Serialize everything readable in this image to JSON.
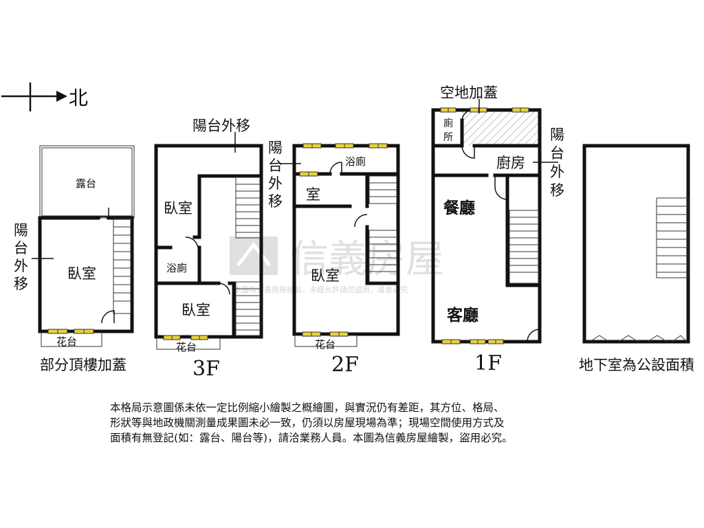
{
  "compass": {
    "label": "北"
  },
  "watermark": {
    "brand": "信義房屋",
    "notice": "本圖為信義房屋繪製，未經允許請勿盜用，違者必究"
  },
  "floors": {
    "roof": {
      "caption": "部分頂樓加蓋",
      "rooms": {
        "terrace": "露台",
        "bedroom": "臥室",
        "planter": "花台",
        "balcony_note": [
          "陽",
          "台",
          "外",
          "移"
        ]
      }
    },
    "f3": {
      "caption": "3F",
      "rooms": {
        "balcony_note": "陽台外移",
        "bedroom_top": "臥室",
        "bath": "浴廁",
        "bedroom_bottom": "臥室",
        "planter": "花台"
      }
    },
    "f2": {
      "caption": "2F",
      "rooms": {
        "balcony_note": [
          "陽",
          "台",
          "外",
          "移"
        ],
        "bath": "浴廁",
        "room": "室",
        "bedroom": "臥室",
        "planter": "花台"
      }
    },
    "f1": {
      "caption": "1F",
      "rooms": {
        "addition": "空地加蓋",
        "toilet": [
          "廁",
          "所"
        ],
        "kitchen": "廚房",
        "dining": "餐廳",
        "living": "客廳",
        "balcony_note": [
          "陽",
          "台",
          "外",
          "移"
        ]
      }
    },
    "basement": {
      "caption": "地下室為公設面積"
    }
  },
  "disclaimer": {
    "lines": [
      "本格局示意圖係未依一定比例縮小繪製之概繪圖，與實況仍有差距，其方位、格局、",
      "形狀等與地政機關測量成果圖未必一致，仍須以房屋現場為準；現場空間使用方式及",
      "面積有無登記(如：露台、陽台等)，請洽業務人員。本圖為信義房屋繪製，盜用必究。"
    ]
  },
  "colors": {
    "wall": "#111111",
    "window": "#e8d23a",
    "watermark": "#c8c8c8",
    "hatch": "#888888"
  }
}
